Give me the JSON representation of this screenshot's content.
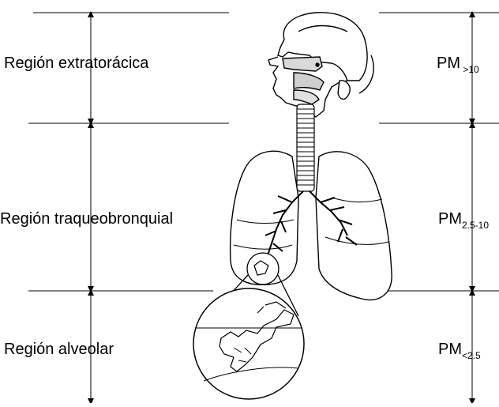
{
  "regions": [
    {
      "id": "extratoracica",
      "label": "Región extratorácica",
      "pm_main": "PM",
      "pm_sub": " >10"
    },
    {
      "id": "traqueobronquial",
      "label": "Región traqueobronquial",
      "pm_main": "PM",
      "pm_sub": "2.5-10"
    },
    {
      "id": "alveolar",
      "label": "Región alveolar",
      "pm_main": "PM",
      "pm_sub": "<2.5"
    }
  ],
  "colors": {
    "line": "#000000",
    "lung_fill": "#ffffff",
    "shade": "#e6e6e6"
  },
  "icons": [
    "human-head-icon",
    "trachea-icon",
    "lungs-icon",
    "bronchi-icon",
    "alveoli-magnifier-icon"
  ]
}
